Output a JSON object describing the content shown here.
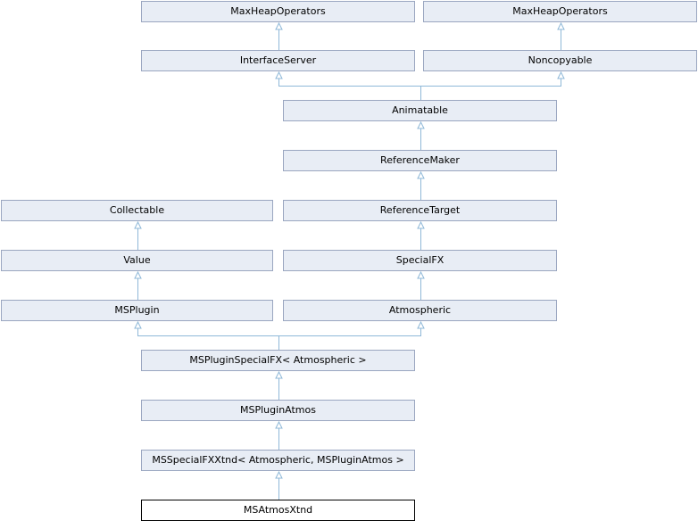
{
  "diagram": {
    "title": "Inheritance diagram for MSAtmosXtnd",
    "colors": {
      "node_fill": "#e8edf5",
      "node_border": "#9aa6c0",
      "current_node_fill": "#ffffff",
      "current_node_border": "#000000",
      "edge": "#8fb8d8"
    },
    "nodes": {
      "maxheap1": "MaxHeapOperators",
      "maxheap2": "MaxHeapOperators",
      "interface_server": "InterfaceServer",
      "noncopyable": "Noncopyable",
      "animatable": "Animatable",
      "reference_maker": "ReferenceMaker",
      "collectable": "Collectable",
      "reference_target": "ReferenceTarget",
      "value": "Value",
      "special_fx": "SpecialFX",
      "msplugin": "MSPlugin",
      "atmospheric": "Atmospheric",
      "msplugin_specialfx": "MSPluginSpecialFX< Atmospheric >",
      "msplugin_atmos": "MSPluginAtmos",
      "msspecialfx_xtnd": "MSSpecialFXXtnd< Atmospheric, MSPluginAtmos >",
      "msatmos_xtnd": "MSAtmosXtnd"
    },
    "edges": [
      {
        "from": "interface_server",
        "to": "maxheap1"
      },
      {
        "from": "noncopyable",
        "to": "maxheap2"
      },
      {
        "from": "animatable",
        "to": "interface_server"
      },
      {
        "from": "animatable",
        "to": "noncopyable"
      },
      {
        "from": "reference_maker",
        "to": "animatable"
      },
      {
        "from": "reference_target",
        "to": "reference_maker"
      },
      {
        "from": "value",
        "to": "collectable"
      },
      {
        "from": "special_fx",
        "to": "reference_target"
      },
      {
        "from": "msplugin",
        "to": "value"
      },
      {
        "from": "atmospheric",
        "to": "special_fx"
      },
      {
        "from": "msplugin_specialfx",
        "to": "msplugin"
      },
      {
        "from": "msplugin_specialfx",
        "to": "atmospheric"
      },
      {
        "from": "msplugin_atmos",
        "to": "msplugin_specialfx"
      },
      {
        "from": "msspecialfx_xtnd",
        "to": "msplugin_atmos"
      },
      {
        "from": "msatmos_xtnd",
        "to": "msspecialfx_xtnd"
      }
    ]
  }
}
